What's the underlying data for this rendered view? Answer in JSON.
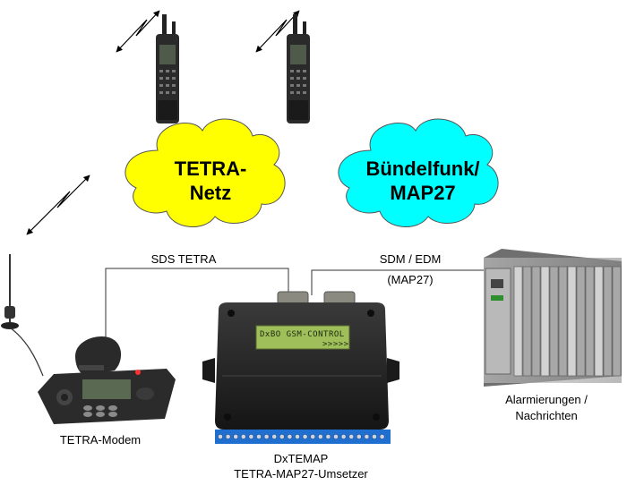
{
  "clouds": {
    "tetra": {
      "line1": "TETRA-",
      "line2": "Netz",
      "color": "#ffff00"
    },
    "buendelfunk": {
      "line1": "Bündelfunk/",
      "line2": "MAP27",
      "color": "#00ffff"
    }
  },
  "links": {
    "sds": "SDS TETRA",
    "sdm_line1": "SDM / EDM",
    "sdm_line2": "(MAP27)"
  },
  "device": {
    "lcd_line1": "DxBO GSM-CONTROL",
    "lcd_line2": ">>>>>",
    "title": "DxTEMAP",
    "subtitle": "TETRA-MAP27-Umsetzer"
  },
  "modem": {
    "label": "TETRA-Modem"
  },
  "alarm": {
    "line1": "Alarmierungen /",
    "line2": "Nachrichten"
  },
  "colors": {
    "lcd_green": "#9fbf5a",
    "terminal_blue": "#1f6fd0",
    "device_body": "#262626"
  }
}
